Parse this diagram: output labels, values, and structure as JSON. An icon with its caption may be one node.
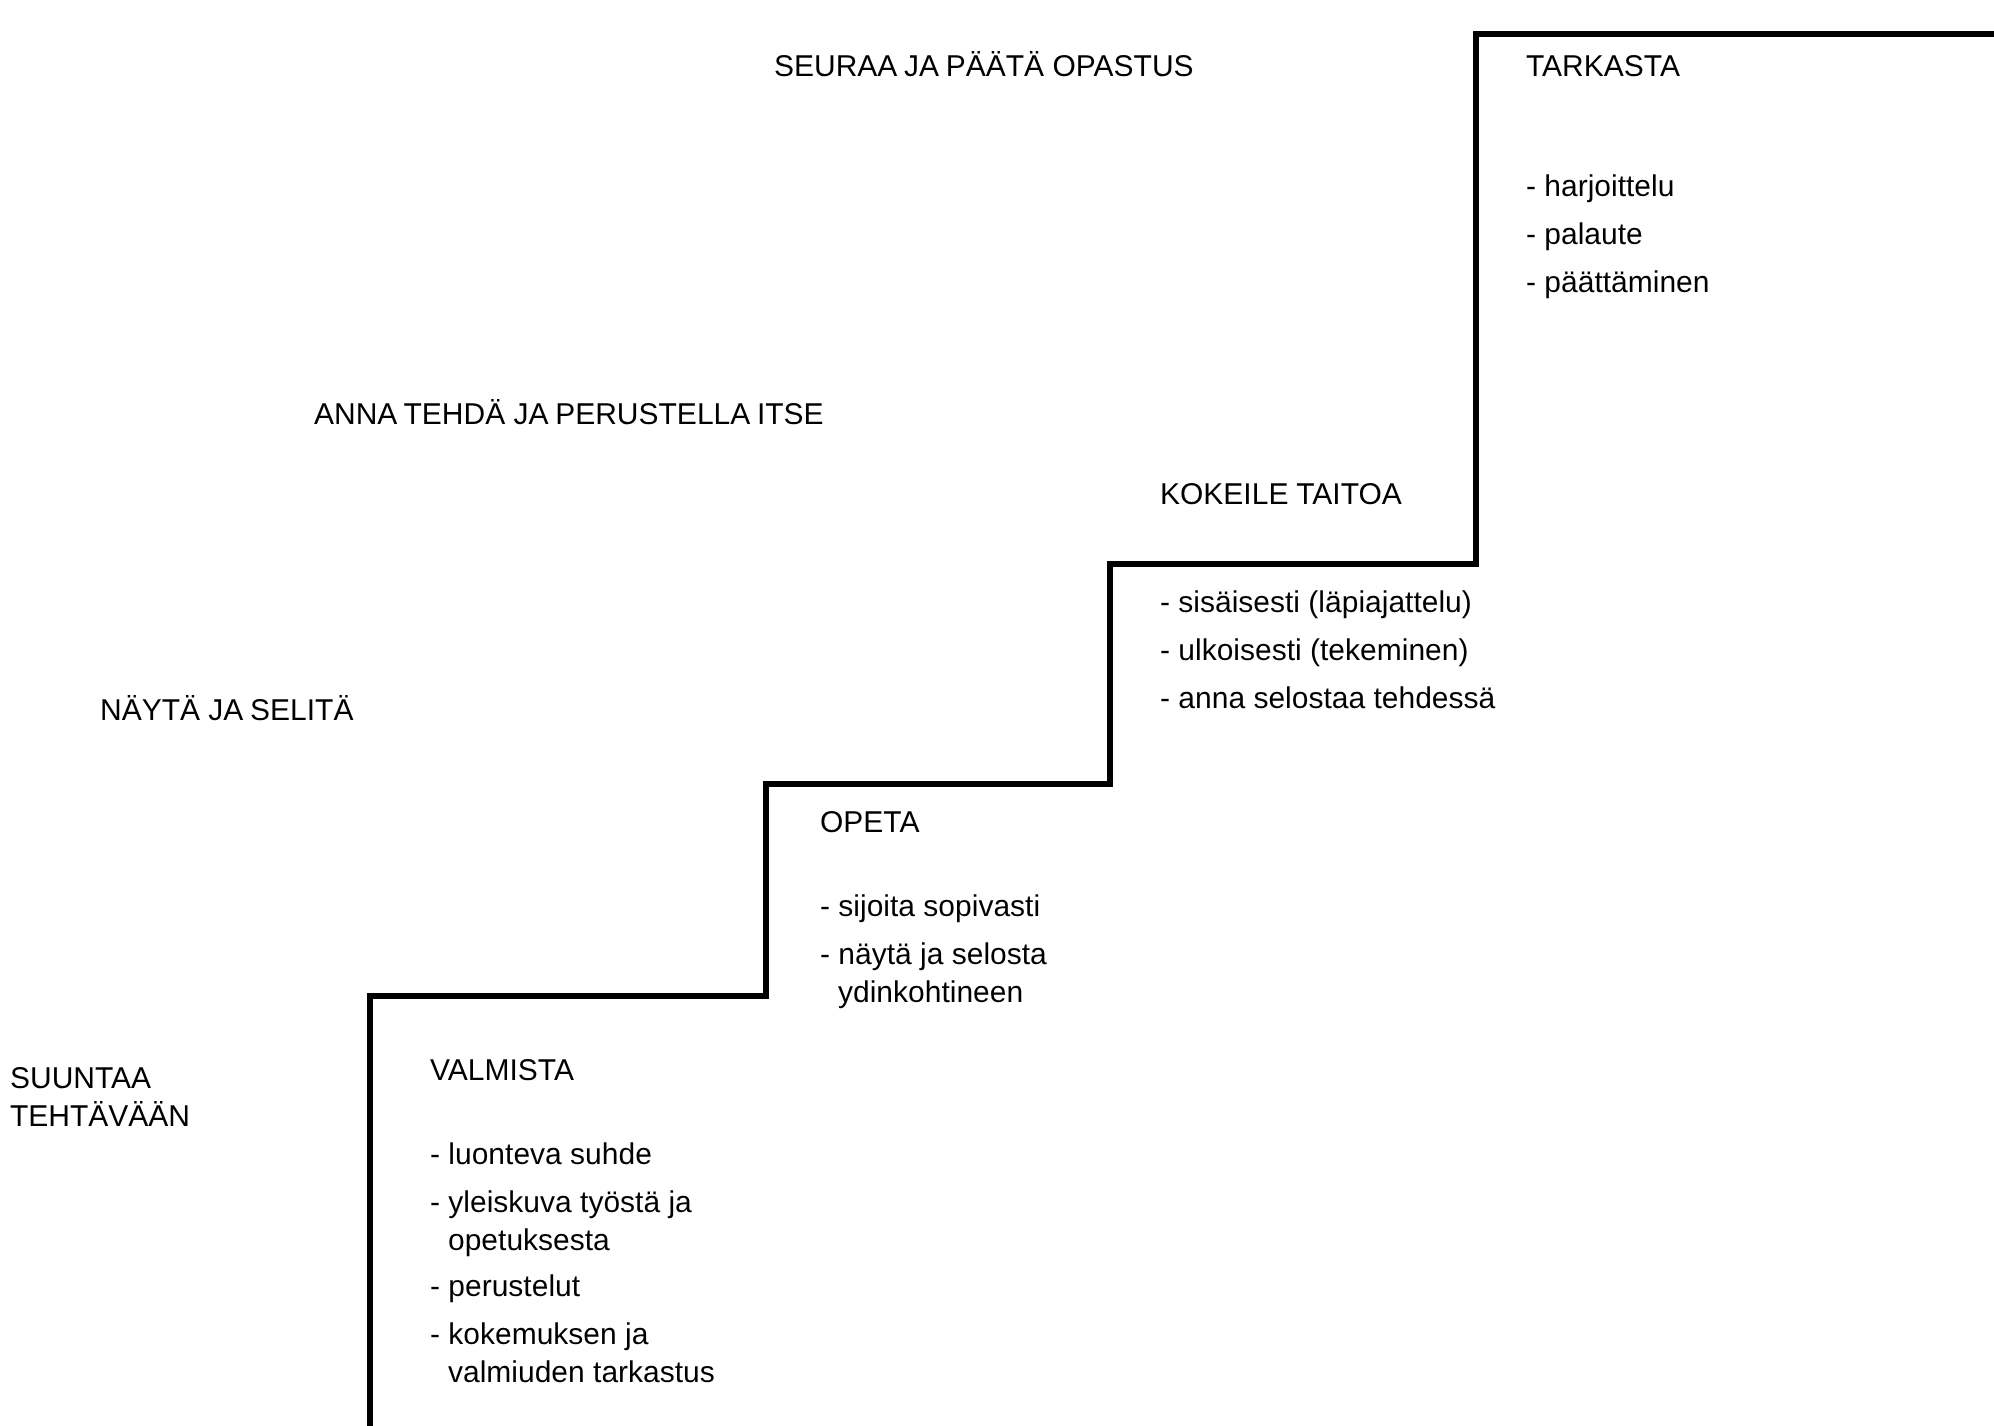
{
  "diagram": {
    "labels": [
      "SEURAA JA PÄÄTÄ OPASTUS",
      "TARKASTA",
      "- harjoittelu",
      "- palaute",
      "- päättäminen",
      "ANNA TEHDÄ JA PERUSTELLA ITSE",
      "KOKEILE TAITOA",
      "- sisäisesti (läpiajattelu)",
      "- ulkoisesti (tekeminen)",
      "- anna selostaa tehdessä",
      "NÄYTÄ JA SELITÄ",
      "OPETA",
      "- sijoita sopivasti",
      "- näytä ja selosta ydinkohtineen",
      "SUUNTAA TEHTÄVÄÄN",
      "VALMISTA",
      "- luonteva suhde",
      "- yleiskuva työstä ja opetuksesta",
      "- perustelut",
      "- kokemuksen ja valmiuden tarkastus"
    ]
  }
}
